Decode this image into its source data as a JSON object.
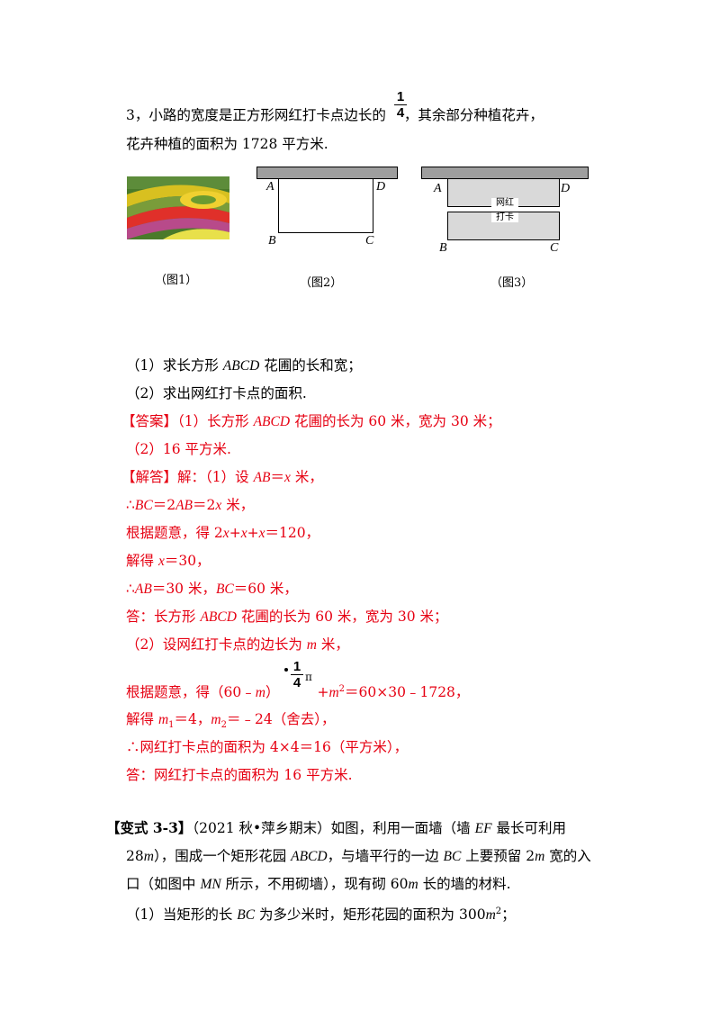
{
  "top": {
    "l1_a": "3，小路的宽度是正方形网红打卡点边长的",
    "frac_num": "1",
    "frac_den": "4",
    "l1_b": "，其余部分种植花卉，",
    "l2": "花卉种植的面积为 1728 平方米."
  },
  "figures": {
    "fig1_caption": "（图1）",
    "fig2_caption": "（图2）",
    "fig3_caption": "（图3）",
    "A": "A",
    "B": "B",
    "C": "C",
    "D": "D",
    "spot_top": "网红",
    "spot_bottom": "打卡"
  },
  "questions": {
    "q1_a": "（1）求长方形 ",
    "q1_i": "ABCD",
    "q1_b": " 花圃的长和宽；",
    "q2": "（2）求出网红打卡点的面积."
  },
  "answer": {
    "label": "【答案】",
    "a1_a": "（1）长方形 ",
    "a1_i": "ABCD",
    "a1_b": " 花圃的长为 60 米，宽为 30 米；",
    "a2": "（2）16 平方米."
  },
  "solution": {
    "label": "【解答】",
    "s1_a": "解：（1）设 ",
    "s1_i1": "AB",
    "s1_b": "＝",
    "s1_i2": "x",
    "s1_c": " 米，",
    "s2_a": "∴",
    "s2_i1": "BC",
    "s2_b": "＝2",
    "s2_i2": "AB",
    "s2_c": "＝2",
    "s2_i3": "x",
    "s2_d": " 米，",
    "s3_a": "根据题意，得 2",
    "s3_i1": "x",
    "s3_b": "+",
    "s3_i2": "x",
    "s3_c": "+",
    "s3_i3": "x",
    "s3_d": "＝120，",
    "s4_a": "解得 ",
    "s4_i": "x",
    "s4_b": "＝30，",
    "s5_a": "∴",
    "s5_i1": "AB",
    "s5_b": "＝30 米，",
    "s5_i2": "BC",
    "s5_c": "＝60 米，",
    "s6_a": "答：长方形 ",
    "s6_i": "ABCD",
    "s6_b": " 花圃的长为 60 米，宽为 30 米；",
    "s7_a": "（2）设网红打卡点的边长为 ",
    "s7_i": "m",
    "s7_b": " 米，",
    "s8_a": "根据题意，得（60﹣",
    "s8_i": "m",
    "s8_b": "）",
    "s8_frac_num": "1",
    "s8_frac_den": "4",
    "s8_pi": "π",
    "s8_c": "+",
    "s8_i2": "m",
    "s8_sup": "2",
    "s8_d": "＝60×30﹣1728，",
    "s9_a": "解得 ",
    "s9_i1": "m",
    "s9_sub1": "1",
    "s9_b": "＝4，",
    "s9_i2": "m",
    "s9_sub2": "2",
    "s9_c": "＝﹣24（舍去），",
    "s10": "∴网红打卡点的面积为 4×4＝16（平方米），",
    "s11": "答：网红打卡点的面积为 16 平方米."
  },
  "variant": {
    "title": "【变式 3-3】",
    "l1_a": "（2021 秋•萍乡期末）如图，利用一面墙（墙 ",
    "l1_i": "EF",
    "l1_b": " 最长可利用",
    "l2_a": "28",
    "l2_i1": "m",
    "l2_b": "），围成一个矩形花园 ",
    "l2_i2": "ABCD",
    "l2_c": "，与墙平行的一边 ",
    "l2_i3": "BC",
    "l2_d": " 上要预留 2",
    "l2_i4": "m",
    "l2_e": " 宽的入",
    "l3_a": "口（如图中 ",
    "l3_i1": "MN",
    "l3_b": " 所示，不用砌墙），现有砌 60",
    "l3_i2": "m",
    "l3_c": " 长的墙的材料.",
    "l4_a": "（1）当矩形的长 ",
    "l4_i1": "BC",
    "l4_b": " 为多少米时，矩形花园的面积为 300",
    "l4_i2": "m",
    "l4_sup": "2",
    "l4_c": "；"
  }
}
